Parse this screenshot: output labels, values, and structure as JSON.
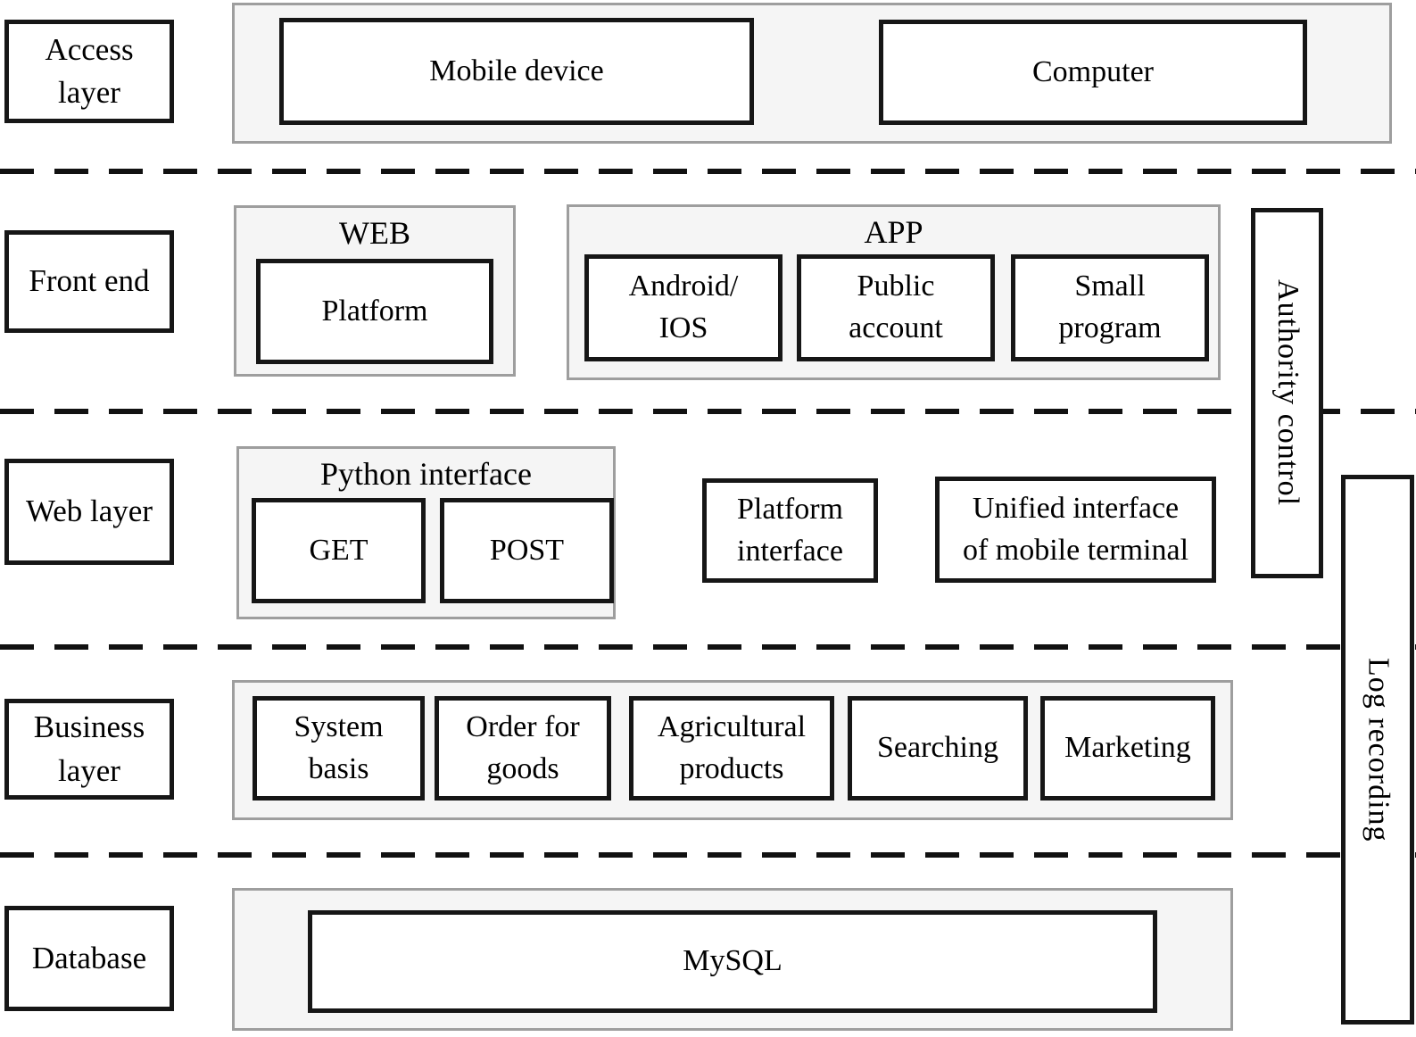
{
  "diagram": {
    "row_labels": {
      "access": "Access\nlayer",
      "front_end": "Front end",
      "web": "Web layer",
      "business": "Business\nlayer",
      "database": "Database"
    },
    "access_row": {
      "mobile_device": "Mobile device",
      "computer": "Computer"
    },
    "front_end_row": {
      "web_group_title": "WEB",
      "platform": "Platform",
      "app_group_title": "APP",
      "android_ios": "Android/\nIOS",
      "public_account": "Public\naccount",
      "small_program": "Small\nprogram"
    },
    "web_row": {
      "python_group_title": "Python interface",
      "get": "GET",
      "post": "POST",
      "platform_interface": "Platform\ninterface",
      "unified_interface": "Unified interface\nof mobile terminal"
    },
    "side_bars": {
      "authority_control": "Authority control",
      "log_recording": "Log recording"
    },
    "business_row": {
      "system_basis": "System\nbasis",
      "order_for_goods": "Order for\ngoods",
      "agricultural_products": "Agricultural\nproducts",
      "searching": "Searching",
      "marketing": "Marketing"
    },
    "database_row": {
      "mysql": "MySQL"
    },
    "colors": {
      "container_bg": "#f5f5f5",
      "container_border": "#9e9e9e",
      "box_border": "#161616",
      "dash_color": "#111111"
    }
  }
}
